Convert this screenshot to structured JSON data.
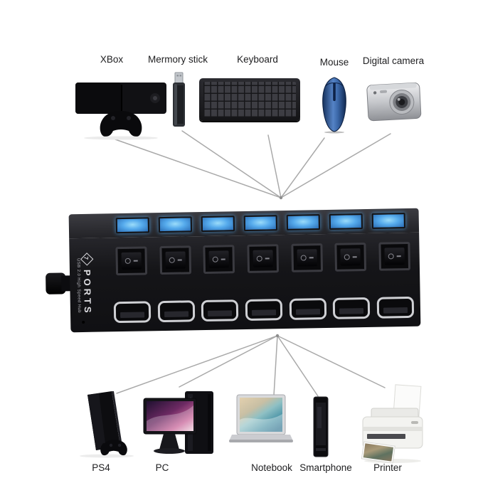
{
  "top_devices": [
    {
      "label": "XBox"
    },
    {
      "label": "Mermory stick"
    },
    {
      "label": "Keyboard"
    },
    {
      "label": "Mouse"
    },
    {
      "label": "Digital camera"
    }
  ],
  "bottom_devices": [
    {
      "label": "PS4"
    },
    {
      "label": "PC"
    },
    {
      "label": "Notebook"
    },
    {
      "label": "Smartphone"
    },
    {
      "label": "Printer"
    }
  ],
  "hub": {
    "ports_count": "7",
    "brand": "PORTS",
    "subtitle": "USB 2.0 High Speed Hub",
    "num_leds": 7,
    "num_switches": 7,
    "num_usb_ports": 7,
    "led_color": "#55aaec",
    "body_color": "#17171a",
    "switch_markings": {
      "off": "O",
      "on": "—"
    }
  },
  "colors": {
    "background": "#ffffff",
    "connector_line": "#a0a0a0",
    "label_text": "#202022"
  }
}
